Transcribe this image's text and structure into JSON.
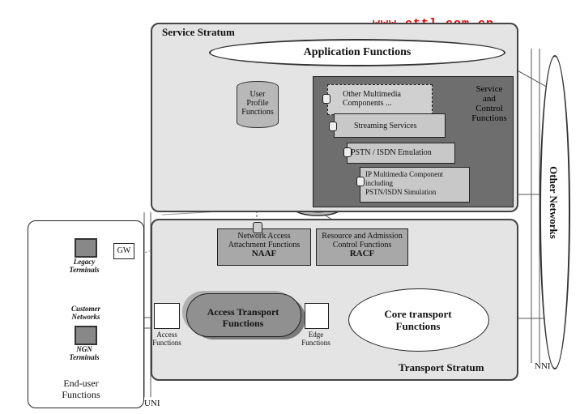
{
  "watermark": "www.cttl.com.cn",
  "service_stratum": {
    "title": "Service Stratum",
    "application_functions": "Application Functions",
    "user_profile": [
      "User",
      "Profile",
      "Functions"
    ],
    "service_control": [
      "Service",
      "and",
      "Control",
      "Functions"
    ],
    "components": {
      "other_multimedia": [
        "Other Multimedia",
        "Components ..."
      ],
      "streaming": "Streaming Services",
      "pstn_emulation": "PSTN / ISDN Emulation",
      "ip_multimedia": [
        "IP Multimedia Component",
        "including",
        "PSTN/ISDN Simulation"
      ]
    }
  },
  "transport_stratum": {
    "title": "Transport Stratum",
    "naaf": {
      "lines": [
        "Network Access",
        "Attachment Functions"
      ],
      "abbr": "NAAF"
    },
    "racf": {
      "lines": [
        "Resource and Admission",
        "Control Functions"
      ],
      "abbr": "RACF"
    },
    "access_transport": [
      "Access Transport",
      "Functions"
    ],
    "core_transport": [
      "Core transport",
      "Functions"
    ],
    "access_functions": [
      "Access",
      "Functions"
    ],
    "edge_functions": [
      "Edge",
      "Functions"
    ]
  },
  "end_user": {
    "title": [
      "End-user",
      "Functions"
    ],
    "gw": "GW",
    "legacy": [
      "Legacy",
      "Terminals"
    ],
    "customer": [
      "Customer",
      "Networks"
    ],
    "ngn": [
      "NGN",
      "Terminals"
    ]
  },
  "other_networks": "Other Networks",
  "uni": "UNI",
  "nni": "NNI",
  "colors": {
    "stratum_bg": "#e4e4e4",
    "service_control_bg": "#6e6e6e",
    "component_bg": "#c8c8c8",
    "watermark": "#e60000"
  }
}
